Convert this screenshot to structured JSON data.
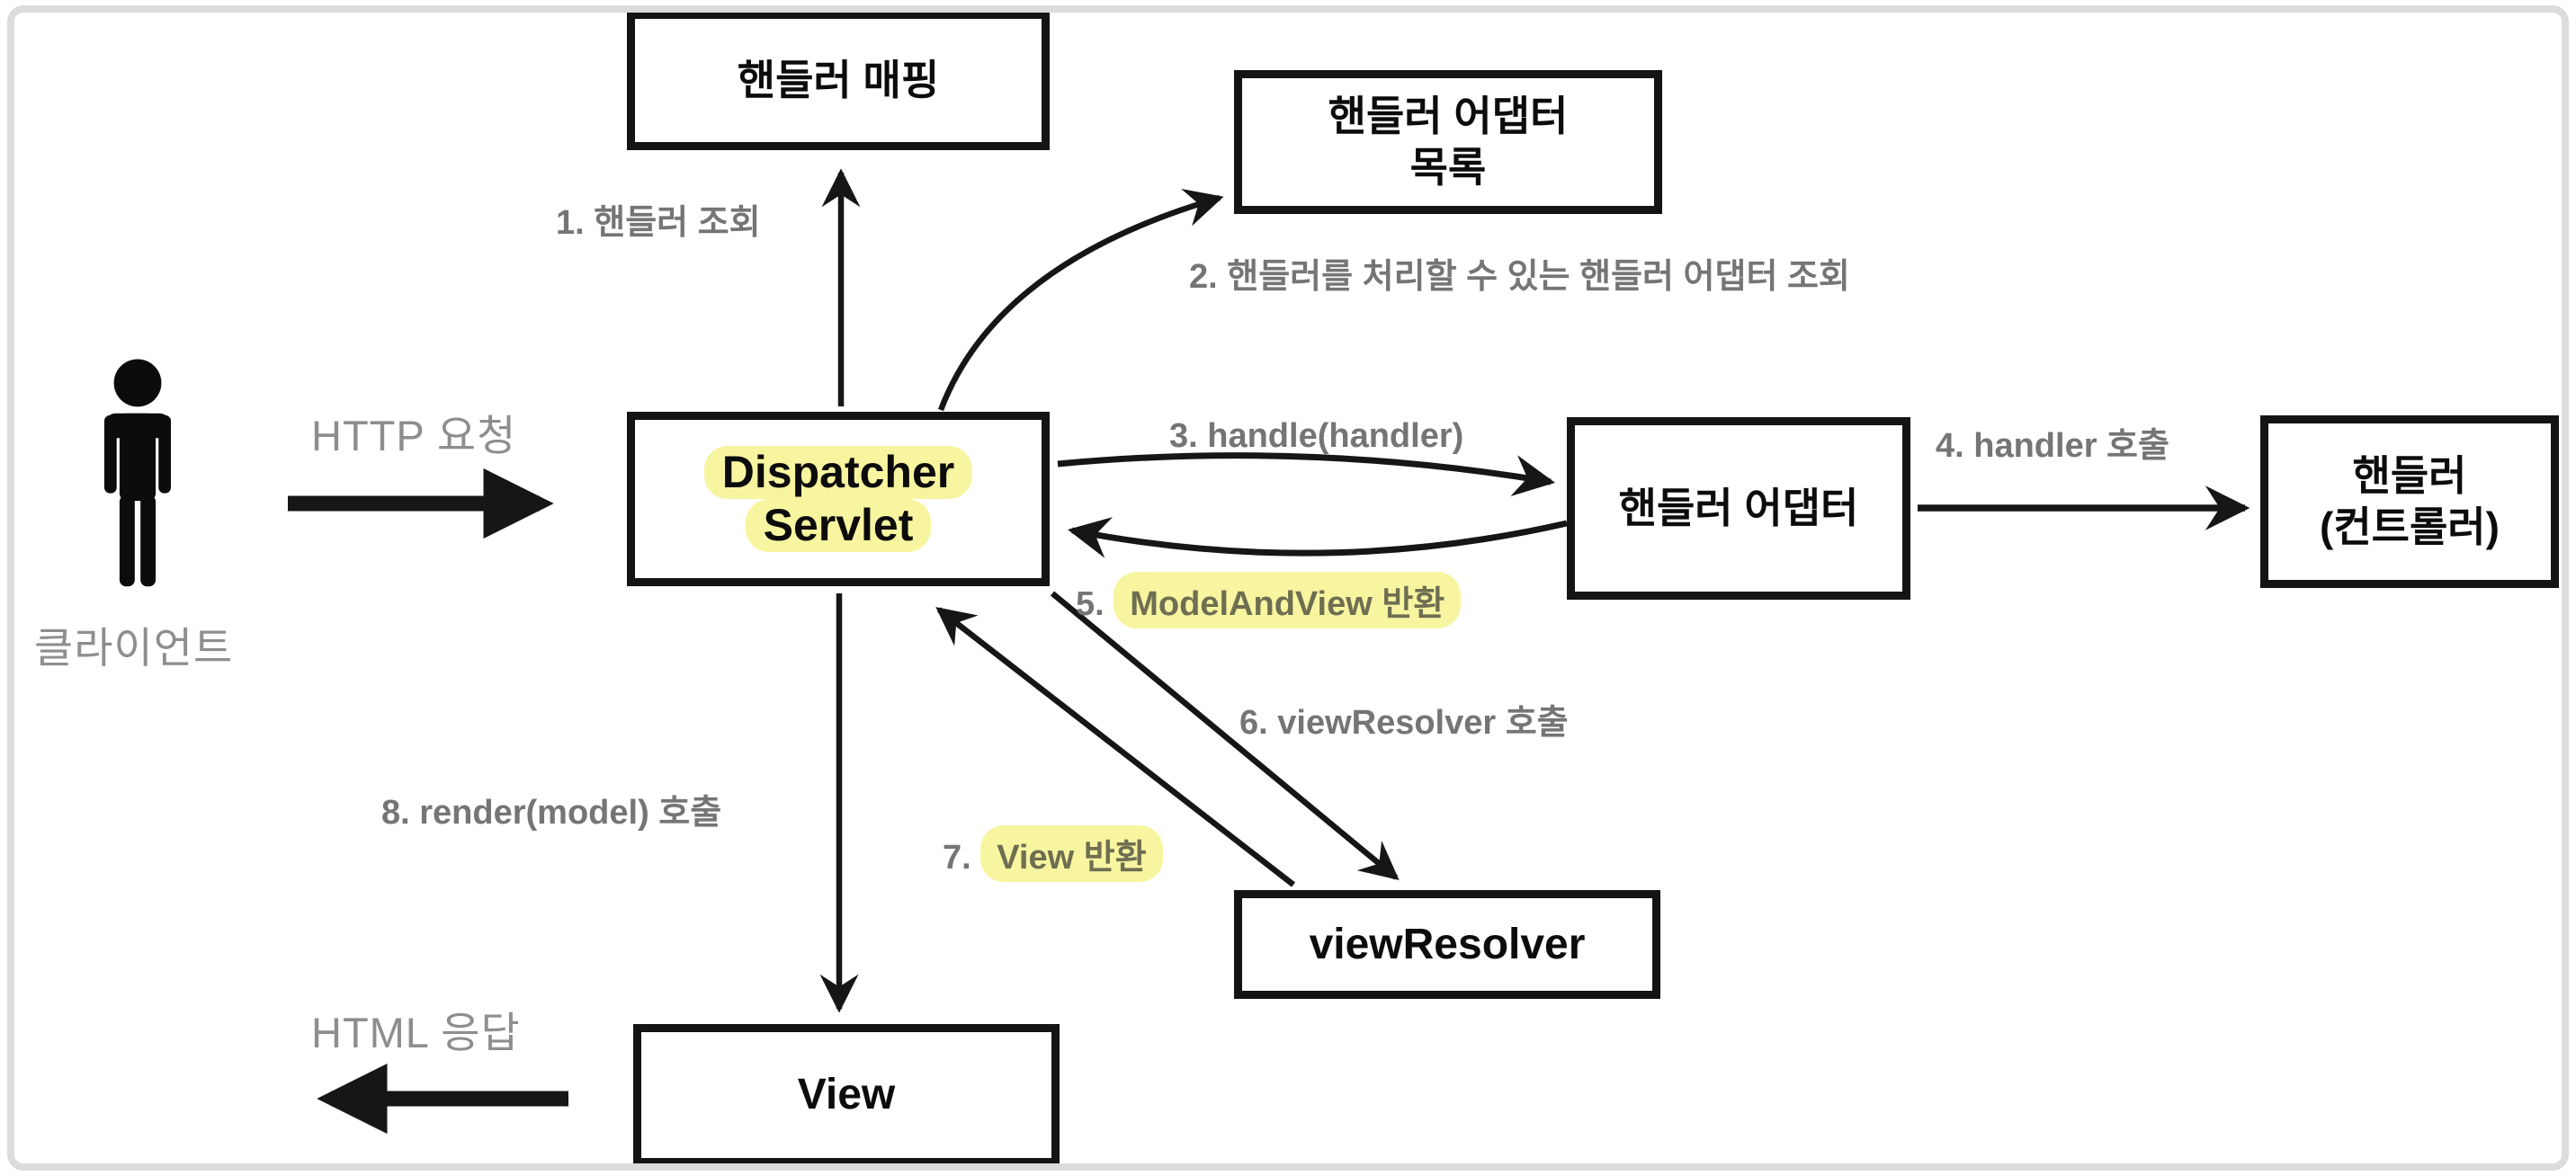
{
  "colors": {
    "highlight": "#f8f5a0",
    "step_label_gray": "#757575",
    "side_label_gray": "#8e8e8e",
    "line_black": "#161616",
    "frame_gray": "#dcdcdc"
  },
  "actor": {
    "icon": "person-icon",
    "label": "클라이언트"
  },
  "boxes": {
    "handler_mapping": {
      "label": "핸들러 매핑"
    },
    "handler_adapter_list": {
      "line1": "핸들러 어댑터",
      "line2": "목록"
    },
    "dispatcher": {
      "line1": "Dispatcher",
      "line2": "Servlet"
    },
    "handler_adapter": {
      "label": "핸들러 어댑터"
    },
    "handler": {
      "line1": "핸들러",
      "line2": "(컨트롤러)"
    },
    "view_resolver": {
      "label": "viewResolver"
    },
    "view": {
      "label": "View"
    }
  },
  "flow_labels": {
    "http_request": "HTTP 요청",
    "html_response": "HTML 응답",
    "step1": "1. 핸들러 조회",
    "step2": "2. 핸들러를 처리할 수 있는 핸들러 어댑터 조회",
    "step3": "3. handle(handler)",
    "step4": "4. handler 호출",
    "step5_prefix": "5.",
    "step5_highlight": "ModelAndView 반환",
    "step6": "6. viewResolver 호출",
    "step7_prefix": "7.",
    "step7_highlight": "View 반환",
    "step8": "8. render(model) 호출"
  }
}
